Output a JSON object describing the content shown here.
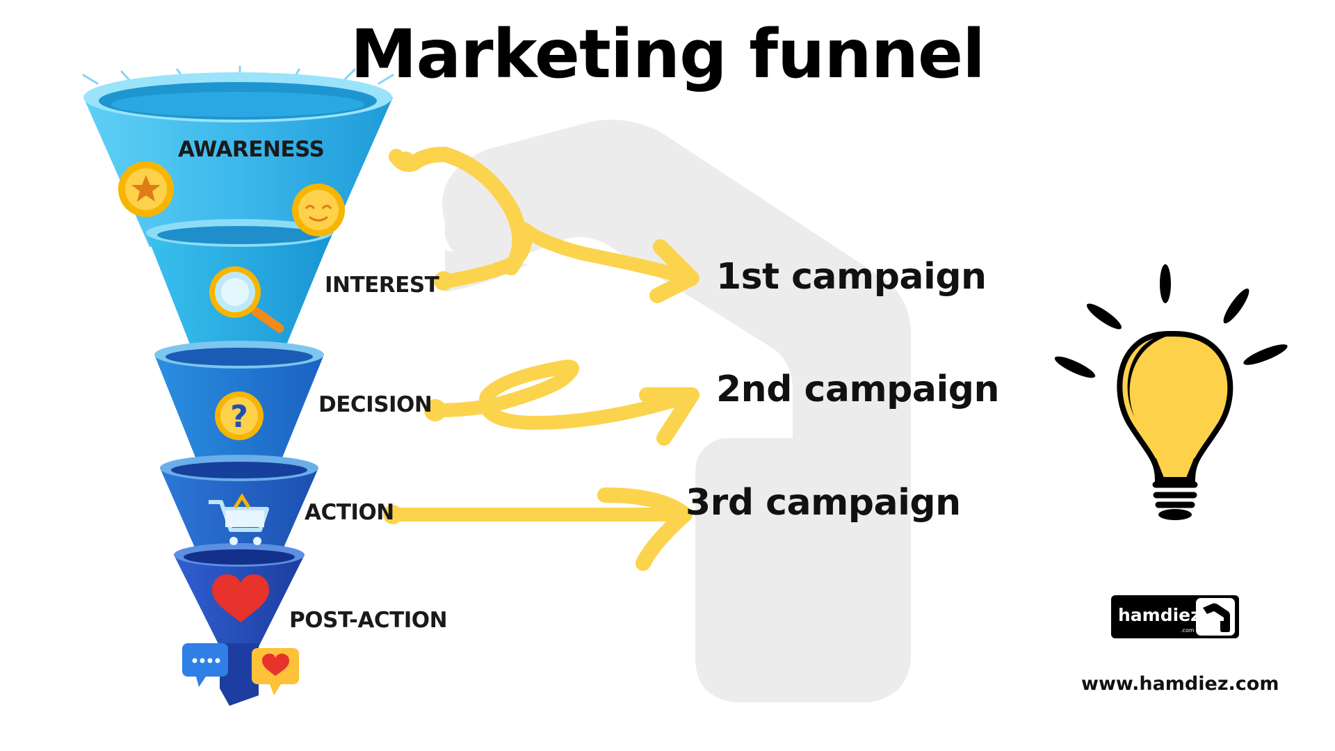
{
  "title": "Marketing funnel",
  "stages": [
    {
      "label": "AWARENESS",
      "icon": "star-badge-icon"
    },
    {
      "label": "INTEREST",
      "icon": "magnifier-icon"
    },
    {
      "label": "DECISION",
      "icon": "question-icon"
    },
    {
      "label": "ACTION",
      "icon": "shopping-cart-icon"
    },
    {
      "label": "POST-ACTION",
      "icon": "heart-icon"
    }
  ],
  "campaigns": [
    "1st campaign",
    "2nd campaign",
    "3rd campaign"
  ],
  "brand": {
    "name": "hamdiez",
    "suffix": ".com",
    "url": "www.hamdiez.com"
  },
  "colors": {
    "arrow": "#fcd34d",
    "funnel_light": "#4fc3f0",
    "funnel_mid": "#2196d6",
    "funnel_dark": "#1f4fb5",
    "bulb": "#fdd14a",
    "watermark": "#ececec"
  }
}
